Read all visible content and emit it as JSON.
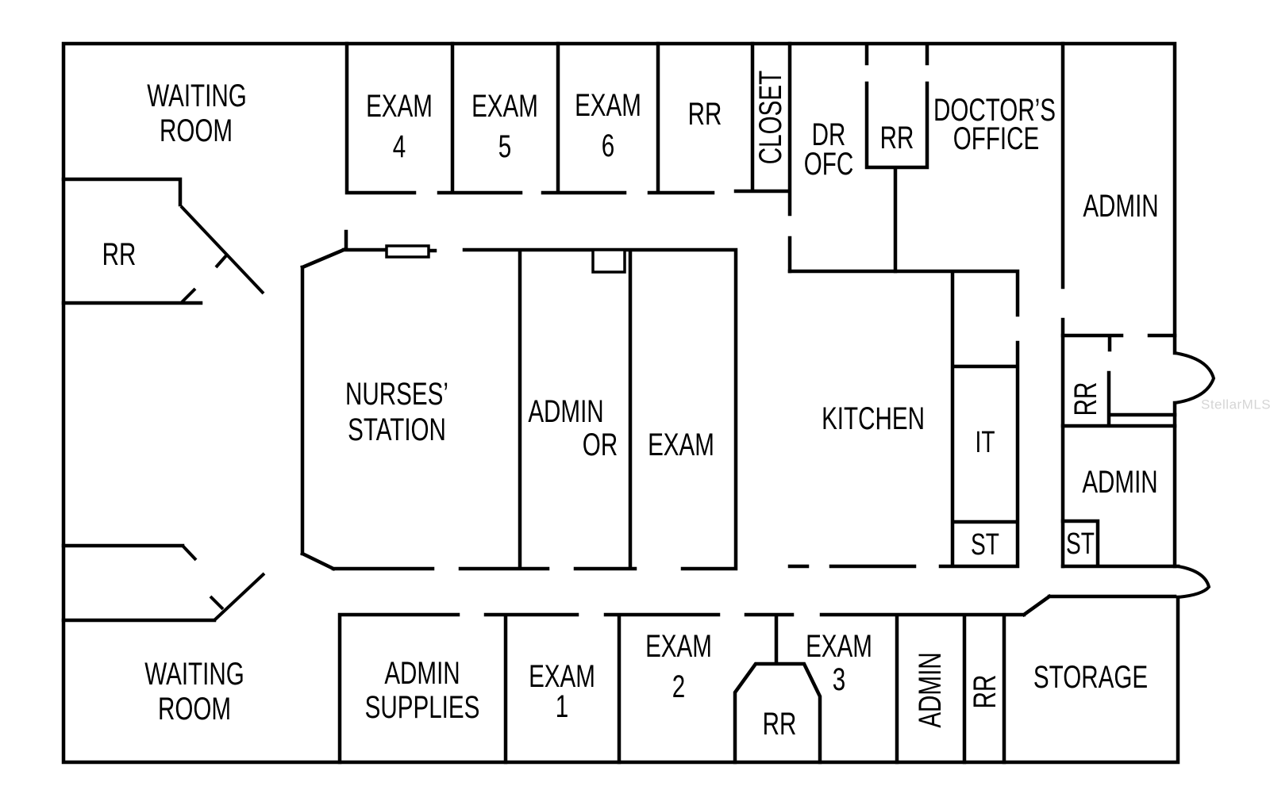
{
  "watermark": {
    "text": "StellarMLS"
  },
  "colors": {
    "wall": "#000000",
    "background": "#ffffff",
    "label": "#000000",
    "watermark": "#c8c8c8"
  },
  "rooms": {
    "waiting_room_top": {
      "label": "WAITING ROOM",
      "lines": [
        "WAITING",
        "ROOM"
      ]
    },
    "restroom_top_left": {
      "label": "RR",
      "lines": [
        "RR"
      ]
    },
    "exam_4": {
      "label": "EXAM 4",
      "lines": [
        "EXAM",
        "4"
      ]
    },
    "exam_5": {
      "label": "EXAM 5",
      "lines": [
        "EXAM",
        "5"
      ]
    },
    "exam_6": {
      "label": "EXAM 6",
      "lines": [
        "EXAM",
        "6"
      ]
    },
    "restroom_top_row": {
      "label": "RR",
      "lines": [
        "RR"
      ]
    },
    "closet": {
      "label": "CLOSET",
      "lines": [
        "CLOSET"
      ],
      "orientation": "vertical"
    },
    "dr_ofc": {
      "label": "DR OFC",
      "lines": [
        "DR",
        "OFC"
      ]
    },
    "restroom_doctor": {
      "label": "RR",
      "lines": [
        "RR"
      ]
    },
    "doctors_office": {
      "label": "DOCTOR’S OFFICE",
      "lines": [
        "DOCTOR’S",
        "OFFICE"
      ]
    },
    "admin_top_right": {
      "label": "ADMIN",
      "lines": [
        "ADMIN"
      ]
    },
    "nurses_station": {
      "label": "NURSES’ STATION",
      "lines": [
        "NURSES’",
        "STATION"
      ]
    },
    "admin_or": {
      "label": "ADMIN OR",
      "lines": [
        "ADMIN",
        "OR"
      ]
    },
    "exam_center": {
      "label": "EXAM",
      "lines": [
        "EXAM"
      ]
    },
    "kitchen": {
      "label": "KITCHEN",
      "lines": [
        "KITCHEN"
      ]
    },
    "it_room": {
      "label": "IT",
      "lines": [
        "IT"
      ]
    },
    "st_kitchen": {
      "label": "ST",
      "lines": [
        "ST"
      ]
    },
    "restroom_right": {
      "label": "RR",
      "lines": [
        "RR"
      ],
      "orientation": "vertical"
    },
    "admin_right": {
      "label": "ADMIN",
      "lines": [
        "ADMIN"
      ]
    },
    "st_right": {
      "label": "ST",
      "lines": [
        "ST"
      ]
    },
    "waiting_room_bottom": {
      "label": "WAITING ROOM",
      "lines": [
        "WAITING",
        "ROOM"
      ]
    },
    "admin_supplies": {
      "label": "ADMIN SUPPLIES",
      "lines": [
        "ADMIN",
        "SUPPLIES"
      ]
    },
    "exam_1": {
      "label": "EXAM 1",
      "lines": [
        "EXAM",
        "1"
      ]
    },
    "exam_2": {
      "label": "EXAM 2",
      "lines": [
        "EXAM",
        "2"
      ]
    },
    "restroom_bottom_center": {
      "label": "RR",
      "lines": [
        "RR"
      ]
    },
    "exam_3": {
      "label": "EXAM 3",
      "lines": [
        "EXAM",
        "3"
      ]
    },
    "admin_bottom": {
      "label": "ADMIN",
      "lines": [
        "ADMIN"
      ],
      "orientation": "vertical"
    },
    "restroom_bottom_right": {
      "label": "RR",
      "lines": [
        "RR"
      ],
      "orientation": "vertical"
    },
    "storage": {
      "label": "STORAGE",
      "lines": [
        "STORAGE"
      ]
    }
  }
}
